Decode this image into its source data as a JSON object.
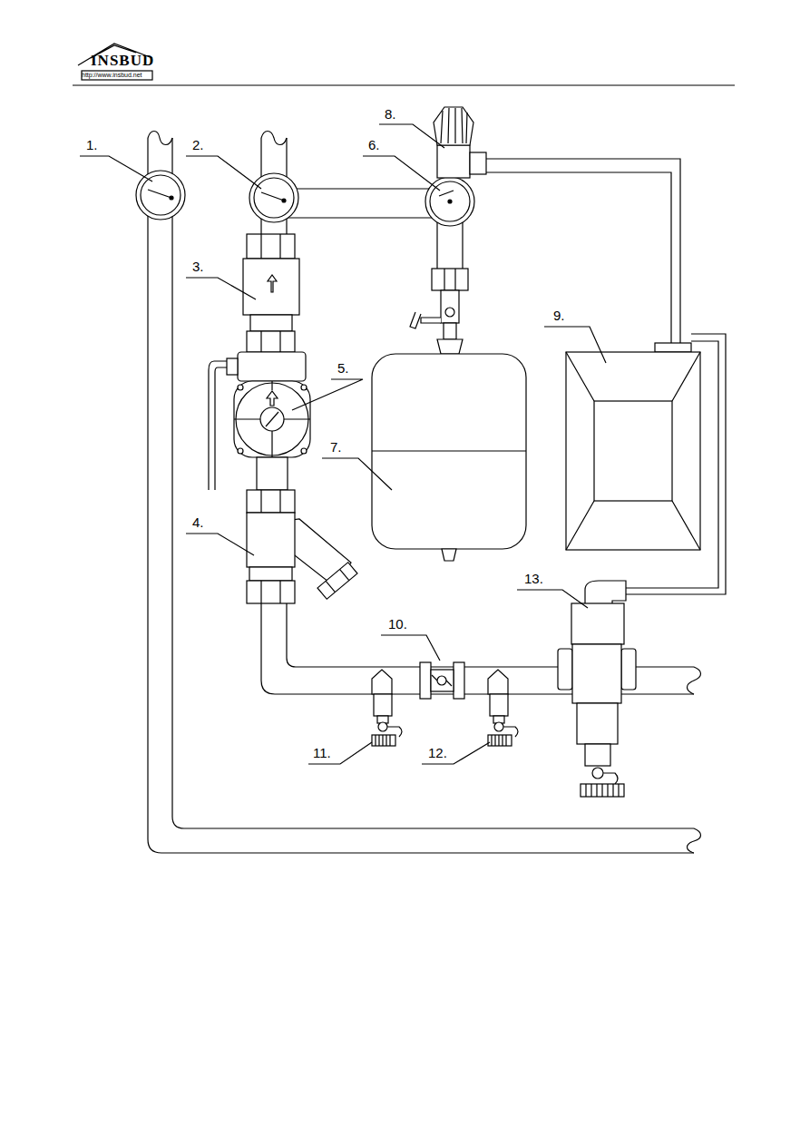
{
  "diagram": {
    "labels": [
      "INSBUD",
      "http://www.insbud.net",
      "8.",
      "1.",
      "2.",
      "6.",
      "3.",
      "9.",
      "5.",
      "7.",
      "4.",
      "13.",
      "10.",
      "11.",
      "12."
    ]
  }
}
